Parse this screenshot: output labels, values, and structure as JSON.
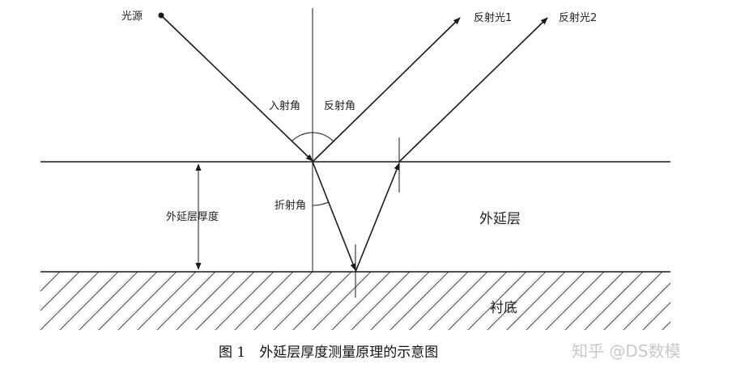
{
  "labels": {
    "light_source": "光源",
    "reflected_1": "反射光1",
    "reflected_2": "反射光2",
    "incidence_angle": "入射角",
    "reflection_angle": "反射角",
    "refraction_angle": "折射角",
    "thickness": "外延层厚度",
    "epi_layer": "外延层",
    "substrate": "衬底"
  },
  "caption": "图 1　外延层厚度测量原理的示意图",
  "watermark": "知乎 @DS数模"
}
